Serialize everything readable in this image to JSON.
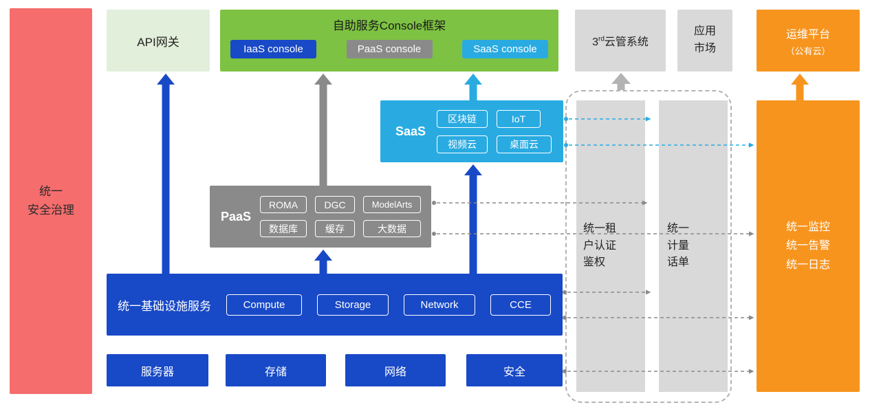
{
  "colors": {
    "red": "#f56d6d",
    "green": "#7dc242",
    "light_green": "#e2efda",
    "blue": "#1849c6",
    "gray": "#8a8a8a",
    "light_gray": "#d9d9d9",
    "cyan": "#29abe2",
    "orange": "#f7941e"
  },
  "left_bar": {
    "label": "统一\n安全治理"
  },
  "api_gateway": {
    "label": "API网关"
  },
  "console": {
    "title": "自助服务Console框架",
    "buttons": [
      "IaaS console",
      "PaaS console",
      "SaaS console"
    ]
  },
  "third_party_cloud": {
    "pre": "3",
    "sup": "rd",
    "post": "云管系统"
  },
  "app_market": {
    "label": "应用\n市场"
  },
  "om_platform": {
    "line1": "运维平台",
    "line2": "（公有云）"
  },
  "saas": {
    "label": "SaaS",
    "chips": [
      "区块链",
      "IoT",
      "视频云",
      "桌面云"
    ]
  },
  "paas": {
    "label": "PaaS",
    "chips": [
      "ROMA",
      "DGC",
      "ModelArts",
      "数据库",
      "缓存",
      "大数据"
    ]
  },
  "infra": {
    "label": "统一基础设施服务",
    "chips": [
      "Compute",
      "Storage",
      "Network",
      "CCE"
    ]
  },
  "resources": [
    "服务器",
    "存储",
    "网络",
    "安全"
  ],
  "auth_bar": {
    "label": "统一租\n户认证\n鉴权"
  },
  "metering_bar": {
    "label": "统一\n计量\n话单"
  },
  "monitor_bar": {
    "label": "统一监控\n统一告警\n统一日志"
  }
}
